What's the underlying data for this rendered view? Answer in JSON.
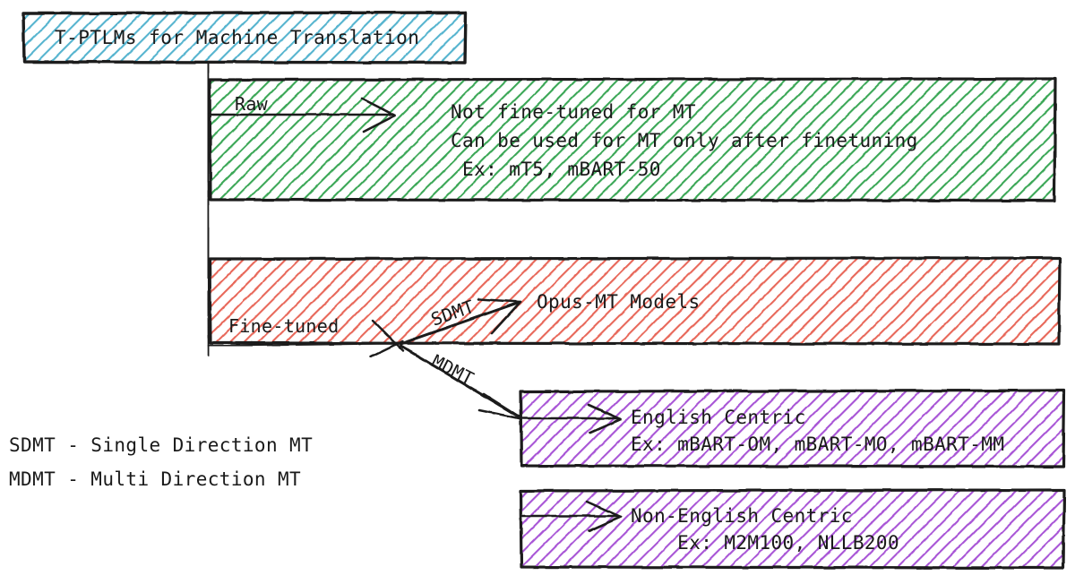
{
  "diagram": {
    "type": "flowchart",
    "title_node": {
      "label": "T-PTLMs for Machine Translation",
      "fill_color": "#56b4cf",
      "border_color": "#1a1a1a"
    },
    "branches": [
      {
        "edge_label": "Raw",
        "node": {
          "fill_color": "#3aa757",
          "lines": [
            "Not fine-tuned for MT",
            "Can be used for MT only after finetuning",
            " Ex: mT5, mBART-50"
          ]
        }
      },
      {
        "edge_label": "Fine-tuned",
        "node": {
          "fill_color": "#e8675a",
          "lines": []
        },
        "sub_branches": [
          {
            "edge_label": "SDMT",
            "node": {
              "fill_color": "#e8675a",
              "lines": [
                "Opus-MT Models"
              ]
            }
          },
          {
            "edge_label": "MDMT",
            "node": {
              "fill_color": "#a855d6",
              "lines": [
                "English Centric",
                "Ex: mBART-OM, mBART-MO, mBART-MM"
              ]
            }
          },
          {
            "edge_label": "",
            "node": {
              "fill_color": "#a855d6",
              "lines": [
                "Non-English Centric",
                "    Ex: M2M100, NLLB200"
              ]
            }
          }
        ]
      }
    ],
    "legend": [
      "SDMT - Single Direction MT",
      "MDMT - Multi Direction MT"
    ]
  },
  "nodes": {
    "title": "T-PTLMs for Machine Translation",
    "raw_line1": "Not fine-tuned for MT",
    "raw_line2": "Can be used for MT only after finetuning",
    "raw_line3": " Ex: mT5, mBART-50",
    "opus": "Opus-MT Models",
    "english_centric_line1": "English Centric",
    "english_centric_line2": "Ex: mBART-OM, mBART-MO, mBART-MM",
    "non_english_line1": "Non-English Centric",
    "non_english_line2": "    Ex: M2M100, NLLB200"
  },
  "edges": {
    "raw": "Raw",
    "fine_tuned": "Fine-tuned",
    "sdmt": "SDMT",
    "mdmt": "MDMT"
  },
  "legend": {
    "line1": "SDMT - Single Direction MT",
    "line2": "MDMT - Multi Direction MT"
  },
  "colors": {
    "title_box": "#56b4cf",
    "raw_box": "#3aa757",
    "finetuned_box": "#e8675a",
    "mdmt_box": "#a855d6",
    "stroke": "#1a1a1a"
  }
}
